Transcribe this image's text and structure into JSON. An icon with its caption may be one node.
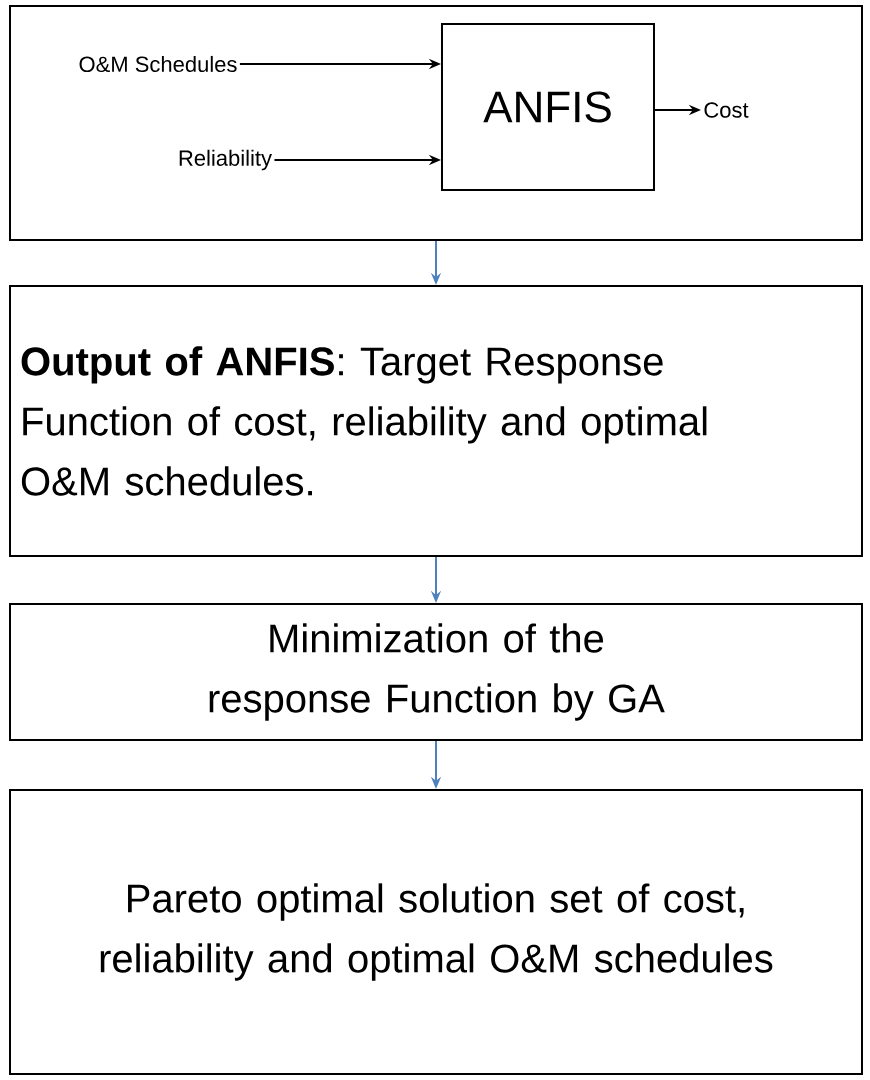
{
  "diagram": {
    "nodes": [
      {
        "text": [],
        "shape": "box"
      },
      {
        "text": [
          "O&M Schedules"
        ],
        "in": 0
      },
      {
        "text": [
          "Reliability"
        ],
        "in": 0
      },
      {
        "text": [
          "ANFIS"
        ],
        "in": 0
      },
      {
        "text": [
          "Cost"
        ],
        "in": 0
      },
      {
        "text": [
          "**Output of ANFIS**: Target Response Function of cost, reliability and optimal O&M schedules."
        ]
      },
      {
        "text": [
          "Minimization of the response Function by GA"
        ]
      },
      {
        "text": [
          "Pareto optimal solution set of cost, reliability and optimal O&M schedules"
        ]
      }
    ],
    "edges": [
      {
        "from": 1,
        "to": 3,
        "arrow": "to"
      },
      {
        "from": 2,
        "to": 3,
        "arrow": "to"
      },
      {
        "from": 3,
        "to": 4,
        "arrow": "to"
      },
      {
        "from": 0,
        "to": 5,
        "arrow": "to",
        "color": "#4f81bd"
      },
      {
        "from": 5,
        "to": 6,
        "arrow": "to",
        "color": "#4f81bd"
      },
      {
        "from": 6,
        "to": 7,
        "arrow": "to",
        "color": "#4f81bd"
      }
    ]
  }
}
